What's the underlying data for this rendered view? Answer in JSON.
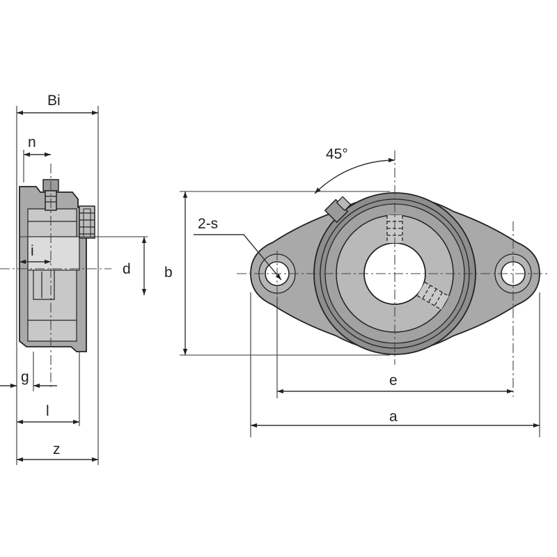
{
  "labels": {
    "Bi": "Bi",
    "n": "n",
    "i": "i",
    "d": "d",
    "g": "g",
    "l": "l",
    "z": "z",
    "b": "b",
    "s": "2-s",
    "angle": "45°",
    "e": "e",
    "a": "a"
  },
  "colors": {
    "body": "#a9a9a9",
    "body_light": "#c4c4c4",
    "ring": "#8e8e8e",
    "line": "#222222",
    "background": "#ffffff"
  }
}
